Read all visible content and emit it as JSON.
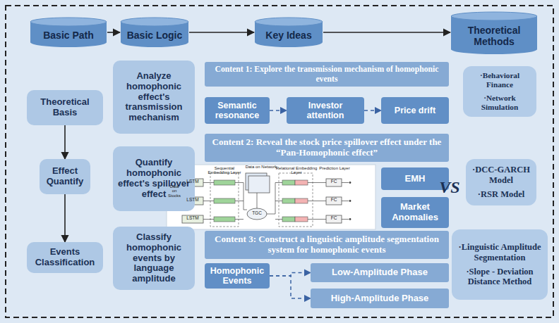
{
  "diagram": {
    "nodes": [
      {
        "text": [
          "Basic Path"
        ]
      },
      {
        "text": [
          "Basic Logic"
        ]
      },
      {
        "text": [
          "Key Ideas"
        ]
      },
      {
        "text": [
          "Theoretical Methods"
        ]
      },
      {
        "text": [
          "Theoretical Basis"
        ]
      },
      {
        "text": [
          "Analyze homophonic effect's transmission mechanism"
        ]
      },
      {
        "text": [
          "Content 1: Explore the transmission mechanism of homophonic events"
        ]
      },
      {
        "text": [
          "Semantic resonance"
        ]
      },
      {
        "text": [
          "Investor attention"
        ]
      },
      {
        "text": [
          "Price drift"
        ]
      },
      {
        "text": [
          "·Behavioral Finance",
          "·Network Simulation"
        ]
      },
      {
        "text": [
          "Effect Quantify"
        ]
      },
      {
        "text": [
          "Quantify homophonic effect's spillover effect"
        ]
      },
      {
        "text": [
          "Content 2: Reveal the stock price spillover effect under the “Pan-Homophonic effect”"
        ]
      },
      {
        "text": [
          "EMH"
        ]
      },
      {
        "text": [
          "Market Anomalies"
        ]
      },
      {
        "text": [
          "·DCC-GARCH Model",
          "·RSR Model"
        ]
      },
      {
        "text": [
          "Events Classification"
        ]
      },
      {
        "text": [
          "Classify homophonic events by language amplitude"
        ]
      },
      {
        "text": [
          "Content 3: Construct a linguistic amplitude segmentation system for homophonic events"
        ]
      },
      {
        "text": [
          "Homophonic Events"
        ]
      },
      {
        "text": [
          "Low-Amplitude Phase"
        ]
      },
      {
        "text": [
          "High-Amplitude Phase"
        ]
      },
      {
        "text": [
          "·Linguistic Amplitude Segmentation",
          "·Slope - Deviation Distance Method"
        ]
      }
    ],
    "edges": [
      {
        "from": 0,
        "to": 1,
        "arrow": "to"
      },
      {
        "from": 1,
        "to": 2,
        "arrow": "to"
      },
      {
        "from": 2,
        "to": 3,
        "arrow": "to"
      },
      {
        "from": 4,
        "to": 11,
        "arrow": "to"
      },
      {
        "from": 11,
        "to": 17,
        "arrow": "to"
      },
      {
        "from": 7,
        "to": 8,
        "arrow": "to"
      },
      {
        "from": 8,
        "to": 9,
        "arrow": "to"
      },
      {
        "from": 20,
        "to": 21,
        "arrow": "to"
      },
      {
        "from": 20,
        "to": 22,
        "arrow": "to"
      }
    ],
    "labels": [
      "VS",
      "Sequential Embedding Layer",
      "Data on Network",
      "Relational Embedding Layer",
      "Prediction Layer",
      "Data on Stocks",
      "LSTM",
      "LSTM",
      "LSTM",
      "TGC",
      "FC",
      "FC",
      "FC"
    ]
  }
}
